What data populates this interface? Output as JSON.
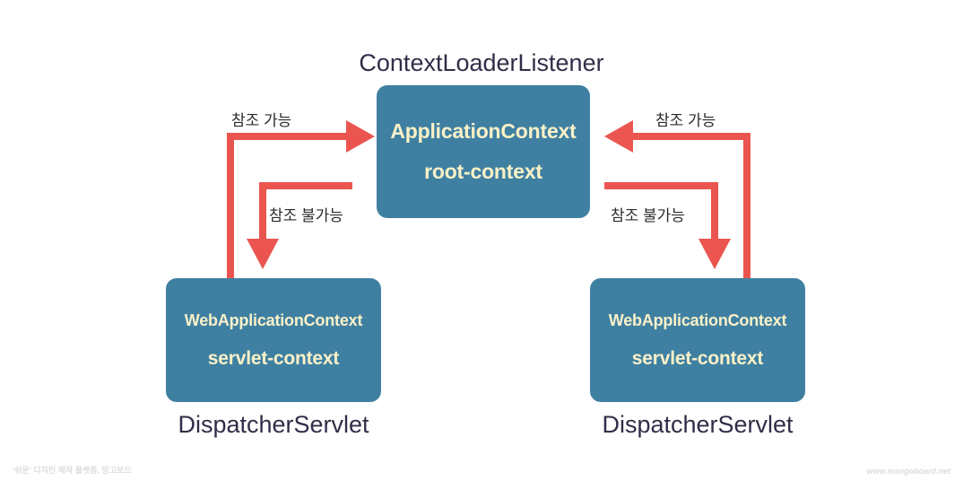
{
  "diagram": {
    "title": "ContextLoaderListener",
    "background": "#ffffff",
    "colors": {
      "box_fill": "#3f80a2",
      "box_text": "#faf1c8",
      "caption_text": "#332c47",
      "arrow": "#ea5550",
      "label_text": "#2b2b2b",
      "watermark": "#dcdcdc"
    },
    "boxes": [
      {
        "id": "root",
        "line1": "ApplicationContext",
        "line2": "root-context",
        "caption": "ContextLoaderListener"
      },
      {
        "id": "left",
        "line1": "WebApplicationContext",
        "line2": "servlet-context",
        "caption": "DispatcherServlet"
      },
      {
        "id": "right",
        "line1": "WebApplicationContext",
        "line2": "servlet-context",
        "caption": "DispatcherServlet"
      }
    ],
    "arrows": [
      {
        "id": "left-reference-allowed",
        "label": "참조 가능",
        "from": "left servlet-context",
        "to": "root-context",
        "direction": "up-right"
      },
      {
        "id": "left-reference-denied",
        "label": "참조 불가능",
        "from": "root-context",
        "to": "left servlet-context",
        "direction": "down"
      },
      {
        "id": "right-reference-allowed",
        "label": "참조 가능",
        "from": "right servlet-context",
        "to": "root-context",
        "direction": "up-left"
      },
      {
        "id": "right-reference-denied",
        "label": "참조 불가능",
        "from": "root-context",
        "to": "right servlet-context",
        "direction": "down"
      }
    ],
    "watermarks": {
      "left": "'쉬운' 디자인 제작 플랫폼, 망고보드",
      "right": "www.mangoboard.net"
    }
  }
}
